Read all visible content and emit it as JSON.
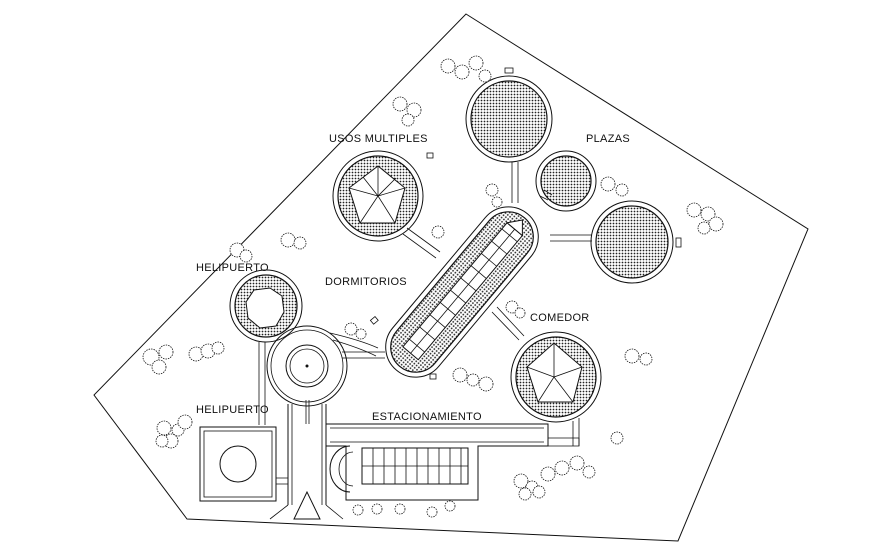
{
  "labels": {
    "usos_multiples": "USOS MULTIPLES",
    "plazas": "PLAZAS",
    "helipuerto_top": "HELIPUERTO",
    "dormitorios": "DORMITORIOS",
    "comedor": "COMEDOR",
    "helipuerto_bottom": "HELIPUERTO",
    "estacionamiento": "ESTACIONAMIENTO"
  }
}
